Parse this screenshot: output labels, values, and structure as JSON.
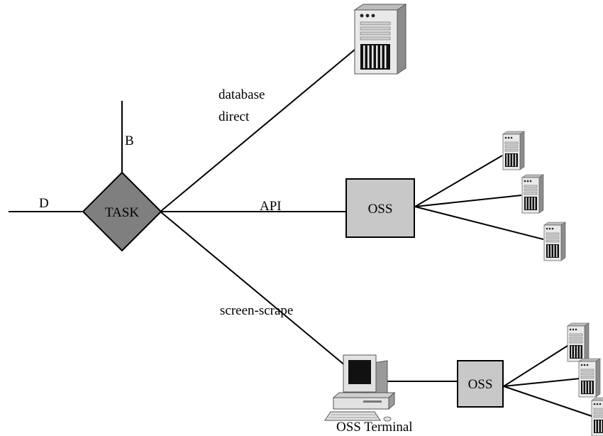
{
  "labels": {
    "task": "TASK",
    "b": "B",
    "d": "D",
    "database_direct_line1": "database",
    "database_direct_line2": "direct",
    "api": "API",
    "screen_scrape": "screen-scrape",
    "oss_top": "OSS",
    "oss_bottom": "OSS",
    "oss_terminal": "OSS Terminal"
  },
  "colors": {
    "task_fill": "#7f7f7f",
    "oss_fill": "#c8c8c8",
    "line": "#000000"
  },
  "icons": [
    "large-server-icon",
    "small-server-icon",
    "computer-terminal-icon"
  ]
}
